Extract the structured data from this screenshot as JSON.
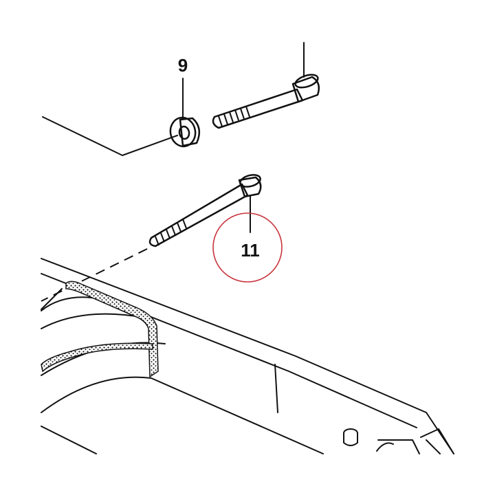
{
  "diagram": {
    "callouts": [
      {
        "label": "9",
        "part": "washer"
      },
      {
        "label": "11",
        "part": "cap-screw",
        "highlighted": true
      }
    ],
    "highlight_color": "#c8323c",
    "line_color": "#111111"
  }
}
